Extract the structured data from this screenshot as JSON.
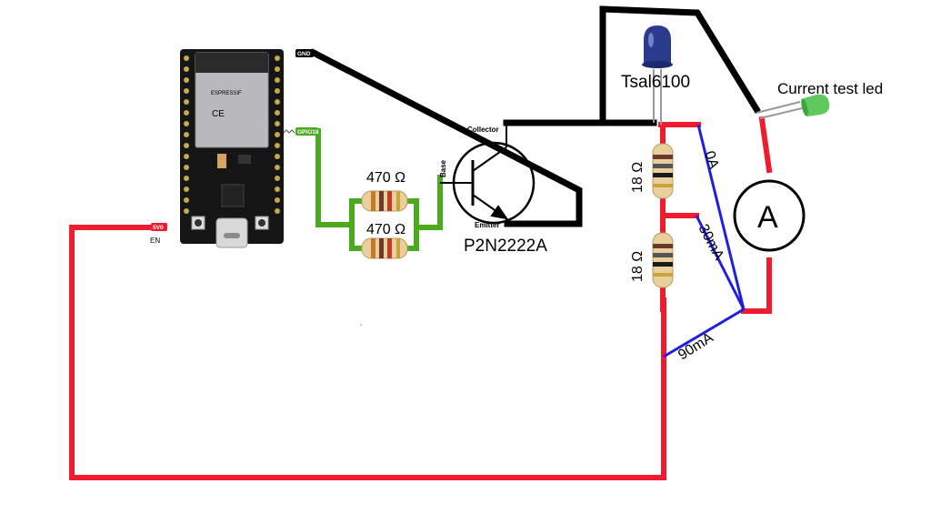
{
  "board": {
    "pin_gnd": "GND",
    "pin_gpio": "GPIO18",
    "pin_5v": "5V0",
    "pin_en": "EN",
    "module_logo": "ESPRESSIF",
    "module_ce": "CE"
  },
  "resistors": {
    "r1": "470 Ω",
    "r2": "470 Ω",
    "r3": "18 Ω",
    "r4": "18 Ω"
  },
  "transistor": {
    "base": "Base",
    "collector": "Collector",
    "emitter": "Emitter",
    "part": "P2N2222A"
  },
  "ir_led": {
    "label": "Tsal6100"
  },
  "test_led": {
    "label": "Current test led"
  },
  "ammeter": {
    "symbol": "A"
  },
  "currents": {
    "c1": "0A",
    "c2": "30mA",
    "c3": "90mA"
  },
  "colors": {
    "wire_red": "#ee1c2e",
    "wire_black": "#000000",
    "wire_green": "#4caa1e",
    "wire_blue": "#1f1fe0"
  }
}
